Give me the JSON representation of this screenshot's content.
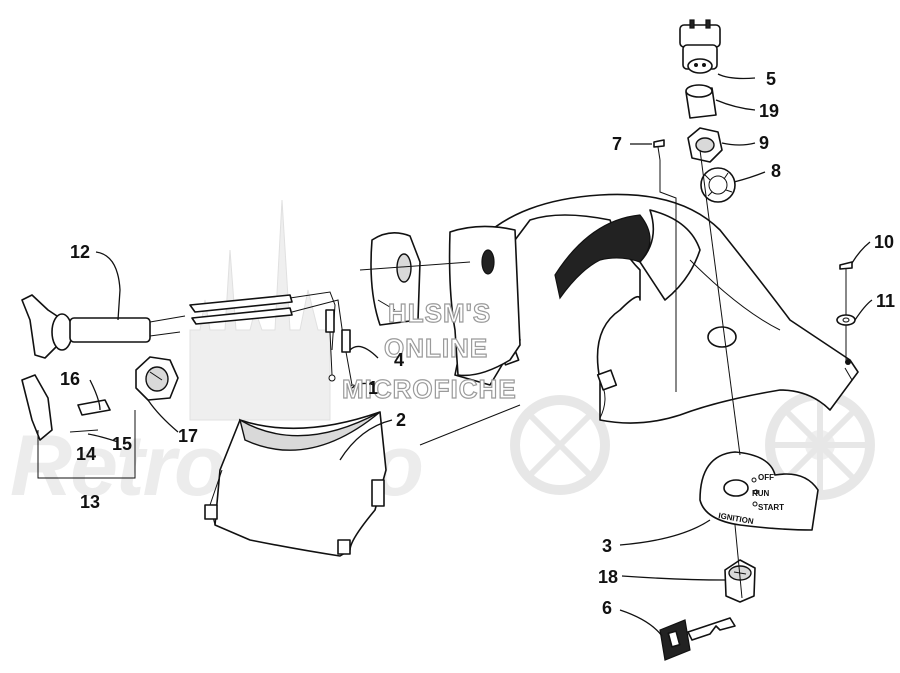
{
  "watermark": {
    "line1": "HLSM'S",
    "line2": "ONLINE",
    "line3": "MICROFICHE",
    "brand": "RetroMoto"
  },
  "switch_plate": {
    "off": "OFF",
    "run": "RUN",
    "start": "START",
    "ignition": "IGNITION"
  },
  "callouts": [
    {
      "id": "c1",
      "text": "1"
    },
    {
      "id": "c2",
      "text": "2"
    },
    {
      "id": "c3",
      "text": "3"
    },
    {
      "id": "c4",
      "text": "4"
    },
    {
      "id": "c5",
      "text": "5"
    },
    {
      "id": "c6",
      "text": "6"
    },
    {
      "id": "c7",
      "text": "7"
    },
    {
      "id": "c8",
      "text": "8"
    },
    {
      "id": "c9",
      "text": "9"
    },
    {
      "id": "c10",
      "text": "10"
    },
    {
      "id": "c11",
      "text": "11"
    },
    {
      "id": "c12",
      "text": "12"
    },
    {
      "id": "c13",
      "text": "13"
    },
    {
      "id": "c14",
      "text": "14"
    },
    {
      "id": "c15",
      "text": "15"
    },
    {
      "id": "c16",
      "text": "16"
    },
    {
      "id": "c17",
      "text": "17"
    },
    {
      "id": "c18",
      "text": "18"
    },
    {
      "id": "c19",
      "text": "19"
    }
  ]
}
